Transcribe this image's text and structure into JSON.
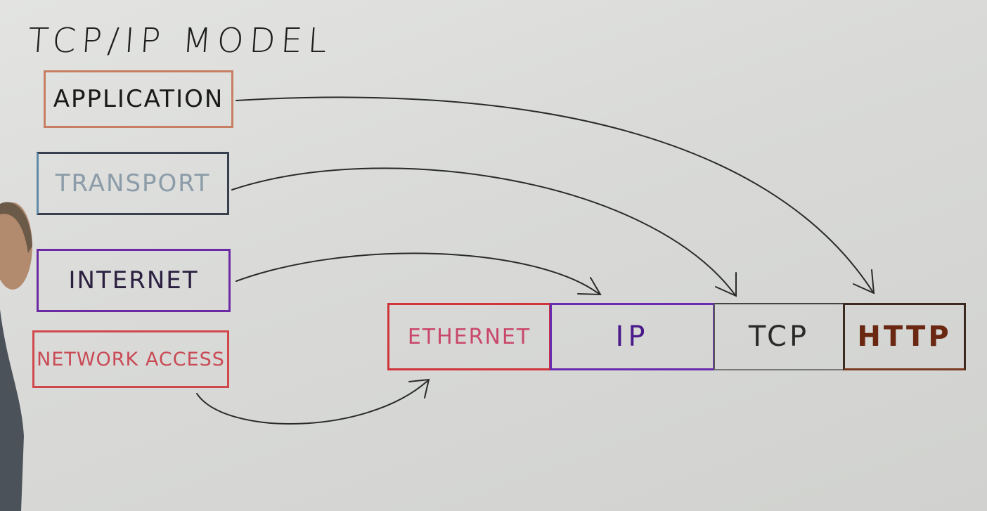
{
  "title": "TCP/IP MODEL",
  "layers": {
    "application": "APPLICATION",
    "transport": "TRANSPORT",
    "internet": "INTERNET",
    "network_access": "NETWORK ACCESS"
  },
  "frame": {
    "ethernet": "ETHERNET",
    "ip": "IP",
    "tcp": "TCP",
    "http": "HTTP"
  },
  "colors": {
    "application_border": "#c77e62",
    "transport_border": "#38404f",
    "internet_border": "#6b2aa3",
    "network_access_border": "#d0484b",
    "ethernet_border": "#d0343a",
    "ip_border": "#6a2ab0",
    "tcp_border": "#5a5a5a",
    "http_border": "#3a2a20"
  }
}
